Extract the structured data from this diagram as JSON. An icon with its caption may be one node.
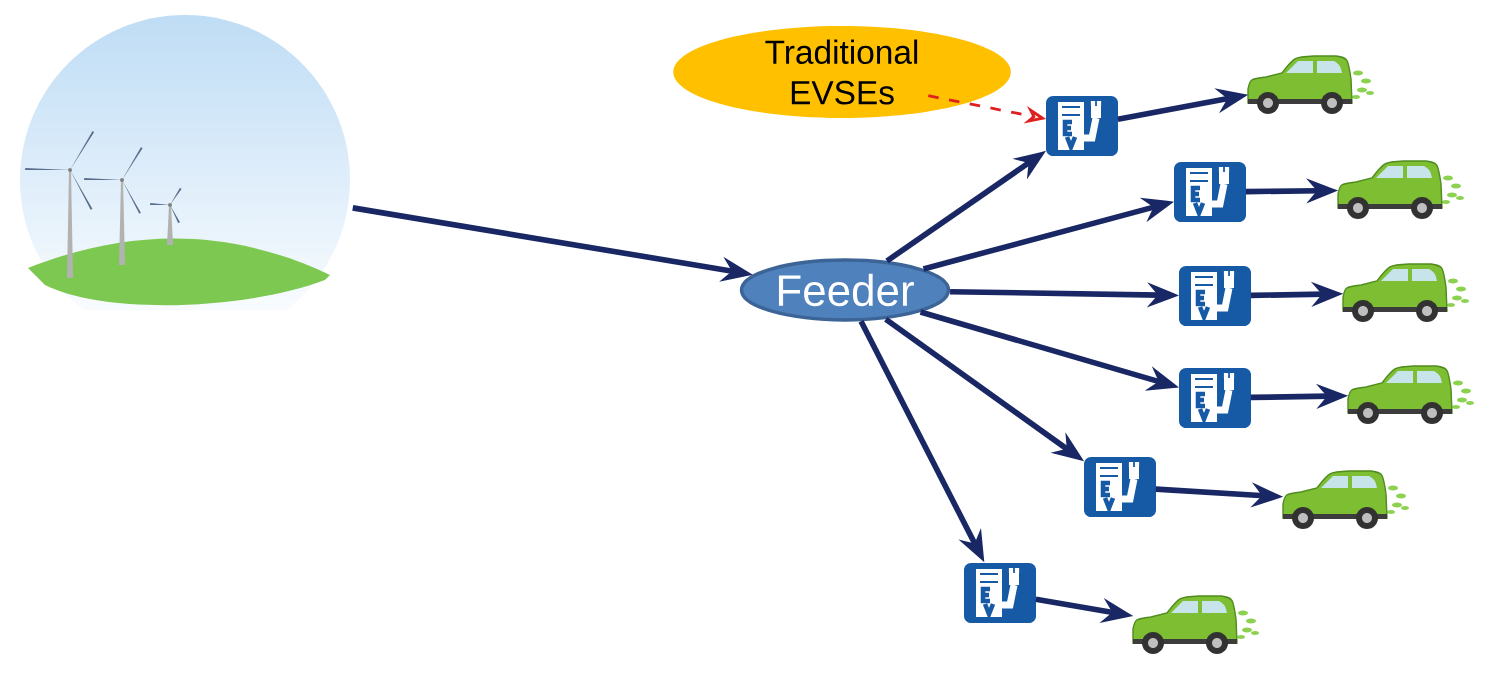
{
  "diagram": {
    "nodes": [
      {
        "text": [],
        "shape": "picture"
      },
      {
        "text": [
          "Feeder"
        ]
      },
      {
        "text": [
          "Traditional EVSEs"
        ]
      },
      {
        "text": [],
        "shape": "picture"
      },
      {
        "text": [],
        "shape": "picture"
      },
      {
        "text": [],
        "shape": "picture"
      },
      {
        "text": [],
        "shape": "picture"
      },
      {
        "text": [],
        "shape": "picture"
      },
      {
        "text": [],
        "shape": "picture"
      },
      {
        "text": [],
        "shape": "picture"
      },
      {
        "text": [],
        "shape": "picture"
      },
      {
        "text": [],
        "shape": "picture"
      },
      {
        "text": [],
        "shape": "picture"
      },
      {
        "text": [],
        "shape": "picture"
      },
      {
        "text": [],
        "shape": "picture"
      }
    ],
    "edges": [
      {
        "from": 0,
        "to": 1,
        "arrow": "to"
      },
      {
        "from": 1,
        "to": 3,
        "arrow": "to"
      },
      {
        "from": 1,
        "to": 4,
        "arrow": "to"
      },
      {
        "from": 1,
        "to": 5,
        "arrow": "to"
      },
      {
        "from": 1,
        "to": 6,
        "arrow": "to"
      },
      {
        "from": 1,
        "to": 7,
        "arrow": "to"
      },
      {
        "from": 1,
        "to": 8,
        "arrow": "to"
      },
      {
        "from": 3,
        "to": 9,
        "arrow": "to"
      },
      {
        "from": 4,
        "to": 10,
        "arrow": "to"
      },
      {
        "from": 5,
        "to": 11,
        "arrow": "to"
      },
      {
        "from": 6,
        "to": 12,
        "arrow": "to"
      },
      {
        "from": 7,
        "to": 13,
        "arrow": "to"
      },
      {
        "from": 8,
        "to": 14,
        "arrow": "to"
      },
      {
        "from": 2,
        "to": 3,
        "arrow": "to",
        "style": "dashed",
        "color": "#e02020"
      }
    ]
  }
}
